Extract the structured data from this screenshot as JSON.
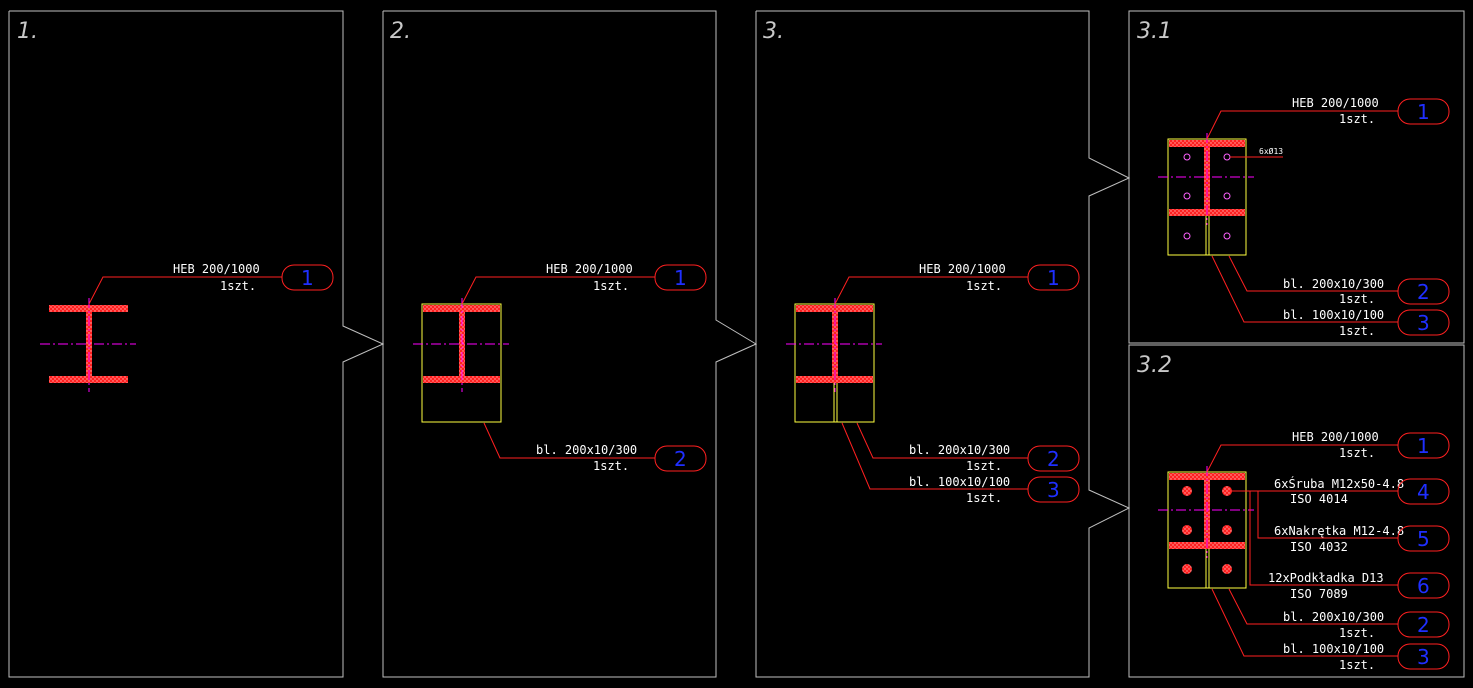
{
  "panels": [
    {
      "title": "1."
    },
    {
      "title": "2."
    },
    {
      "title": "3."
    },
    {
      "title": "3.1"
    },
    {
      "title": "3.2"
    }
  ],
  "callouts": {
    "p1_beam": {
      "line1": "HEB 200/1000",
      "line2": "1szt.",
      "num": "1"
    },
    "p2_beam": {
      "line1": "HEB 200/1000",
      "line2": "1szt.",
      "num": "1"
    },
    "p2_plate": {
      "line1": "bl. 200x10/300",
      "line2": "1szt.",
      "num": "2"
    },
    "p3_beam": {
      "line1": "HEB 200/1000",
      "line2": "1szt.",
      "num": "1"
    },
    "p3_plate": {
      "line1": "bl. 200x10/300",
      "line2": "1szt.",
      "num": "2"
    },
    "p3_rib": {
      "line1": "bl. 100x10/100",
      "line2": "1szt.",
      "num": "3"
    },
    "p31_beam": {
      "line1": "HEB 200/1000",
      "line2": "1szt.",
      "num": "1"
    },
    "p31_holes": {
      "text": "6xØ13"
    },
    "p31_plate": {
      "line1": "bl. 200x10/300",
      "line2": "1szt.",
      "num": "2"
    },
    "p31_rib": {
      "line1": "bl. 100x10/100",
      "line2": "1szt.",
      "num": "3"
    },
    "p32_beam": {
      "line1": "HEB 200/1000",
      "line2": "1szt.",
      "num": "1"
    },
    "p32_bolt": {
      "line1": "6xŚruba M12x50-4.8",
      "line2": "ISO 4014",
      "num": "4"
    },
    "p32_nut": {
      "line1": "6xNakrętka M12-4.8",
      "line2": "ISO 4032",
      "num": "5"
    },
    "p32_washer": {
      "line1": "12xPodkładka D13",
      "line2": "ISO 7089",
      "num": "6"
    },
    "p32_plate": {
      "line1": "bl. 200x10/300",
      "line2": "1szt.",
      "num": "2"
    },
    "p32_rib": {
      "line1": "bl. 100x10/100",
      "line2": "1szt.",
      "num": "3"
    }
  },
  "colors": {
    "frame": "#bfbfbf",
    "leader": "#ff2020",
    "steel": "#ff2020",
    "plate": "#ffff40",
    "axis": "#ff00ff",
    "number": "#1f2fff",
    "text": "#ffffff"
  }
}
